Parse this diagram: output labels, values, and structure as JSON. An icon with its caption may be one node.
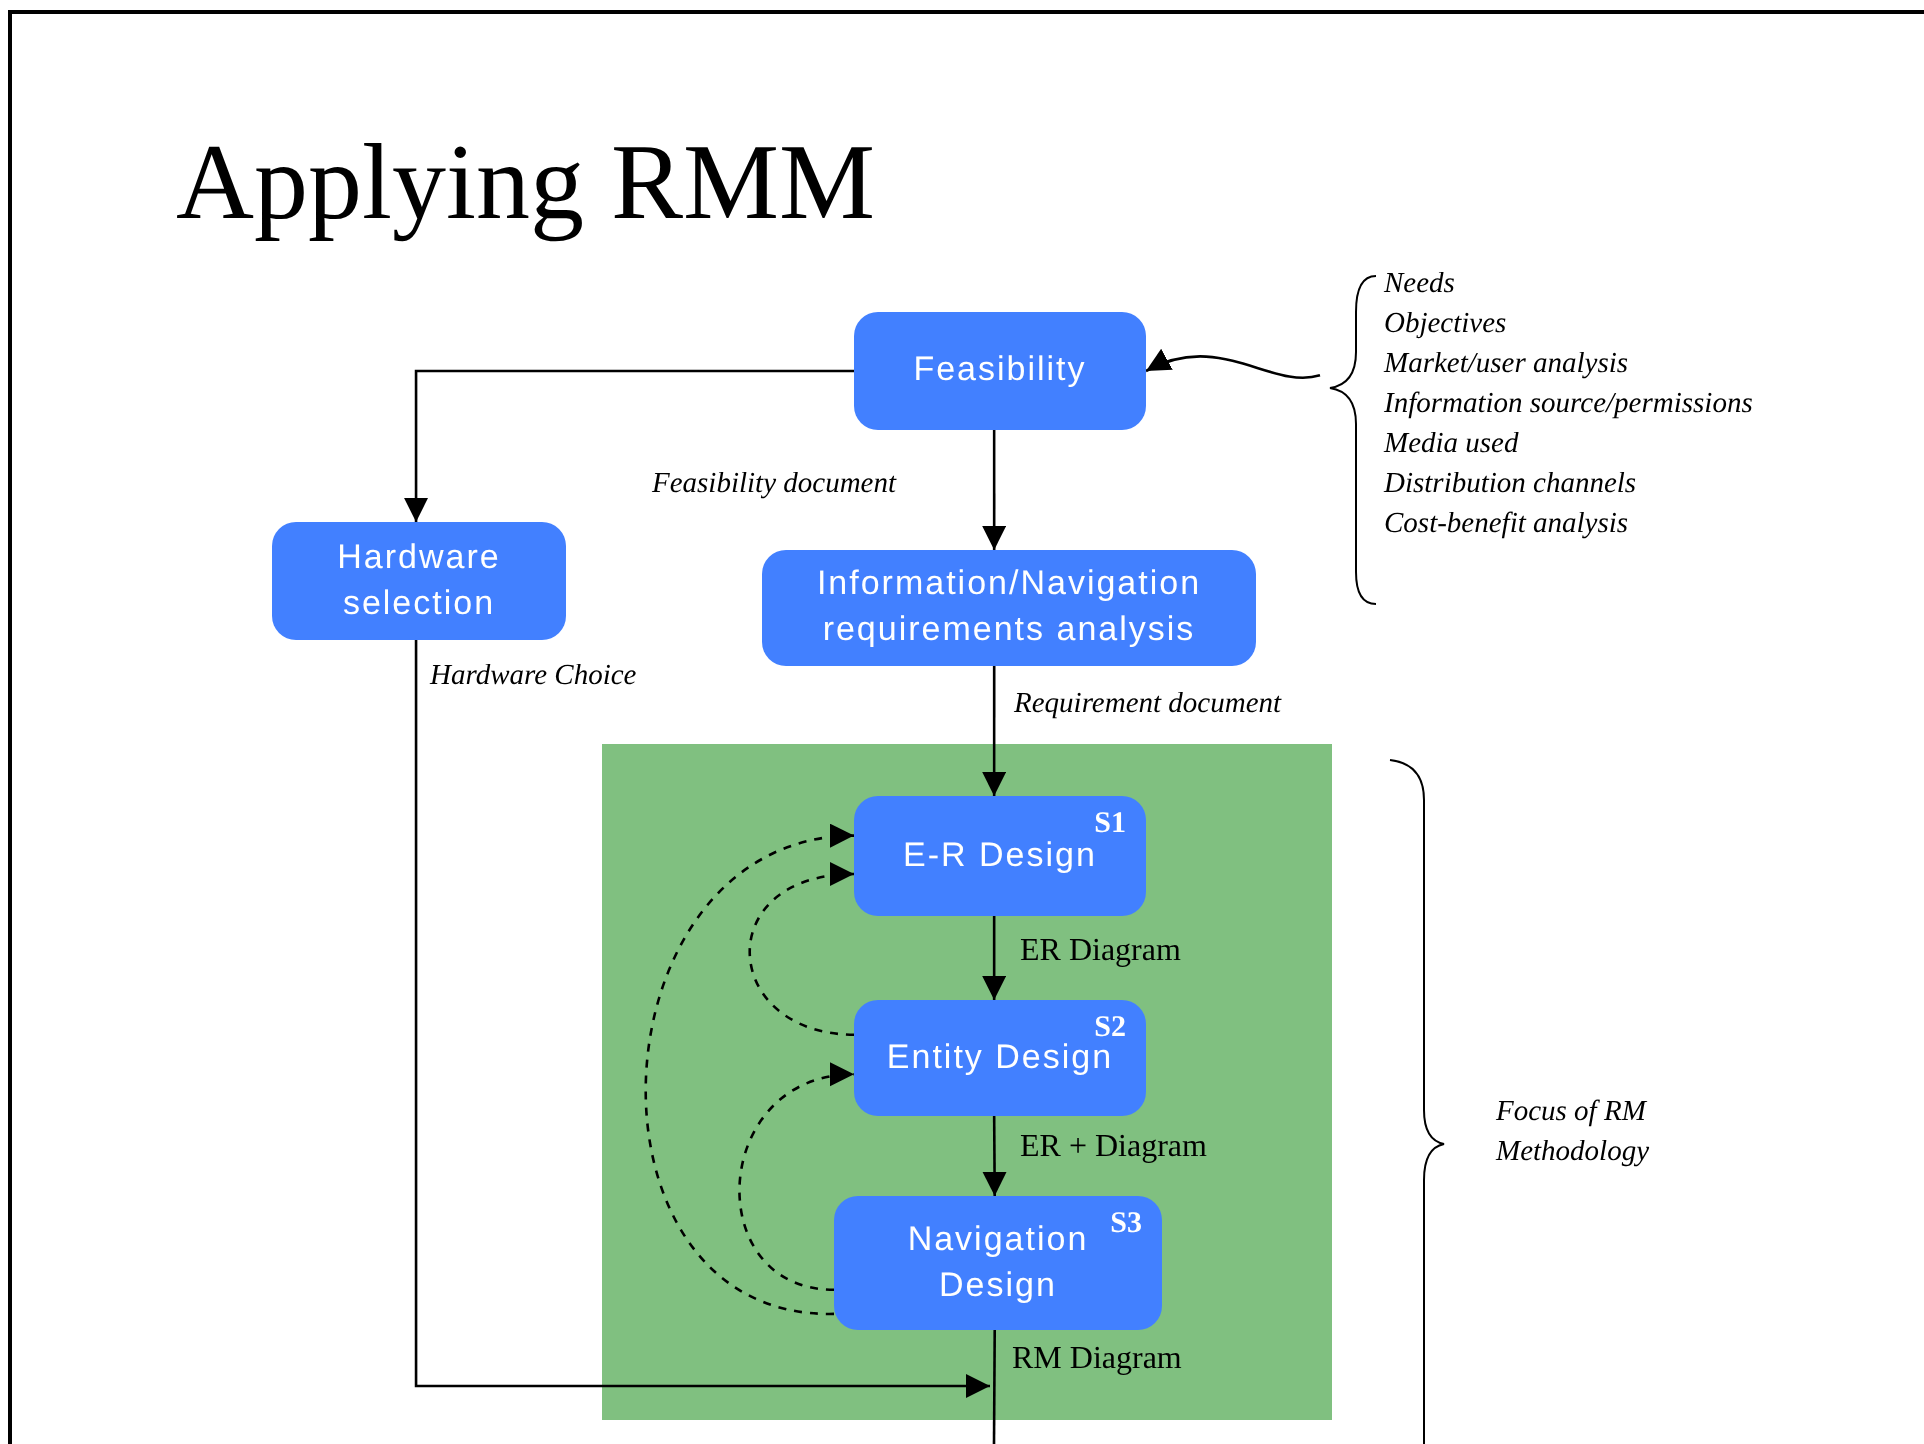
{
  "diagram": {
    "title": "Applying RMM",
    "nodes": [
      {
        "text": [
          "Feasibility"
        ]
      },
      {
        "text": [
          "Hardware selection"
        ]
      },
      {
        "text": [
          "Information/Navigation requirements analysis"
        ]
      },
      {
        "text": [],
        "shape": "box"
      },
      {
        "text": [
          "S1",
          "E-R Design"
        ],
        "in": 3
      },
      {
        "text": [
          "S2",
          "Entity Design"
        ],
        "in": 3
      },
      {
        "text": [
          "S3",
          "Navigation Design"
        ],
        "in": 3
      },
      {
        "text": [
          "Needs",
          "Objectives",
          "Market/user analysis",
          "Information source/permissions",
          "Media used",
          "Distribution channels",
          "Cost-benefit analysis"
        ]
      }
    ],
    "edges": [
      {
        "from": 0,
        "to": 1,
        "arrow": "to"
      },
      {
        "from": 0,
        "to": 2,
        "arrow": "to",
        "label": "Feasibility document"
      },
      {
        "from": 2,
        "to": 4,
        "arrow": "to",
        "label": "Requirement document"
      },
      {
        "from": 4,
        "to": 5,
        "arrow": "to",
        "label": "ER Diagram"
      },
      {
        "from": 5,
        "to": 6,
        "arrow": "to",
        "label": "ER + Diagram"
      },
      {
        "from": 1,
        "to": 3,
        "arrow": "to",
        "label": "Hardware Choice"
      },
      {
        "from": 6,
        "to": null,
        "arrow": "none",
        "label": "RM Diagram"
      },
      {
        "from": 7,
        "to": 0,
        "arrow": "to"
      },
      {
        "from": 5,
        "to": 4,
        "arrow": "to",
        "style": "dashed"
      },
      {
        "from": 6,
        "to": 5,
        "arrow": "to",
        "style": "dashed"
      },
      {
        "from": 6,
        "to": 4,
        "arrow": "to",
        "style": "dashed"
      }
    ],
    "labels": [
      "Focus of RM Methodology"
    ]
  }
}
